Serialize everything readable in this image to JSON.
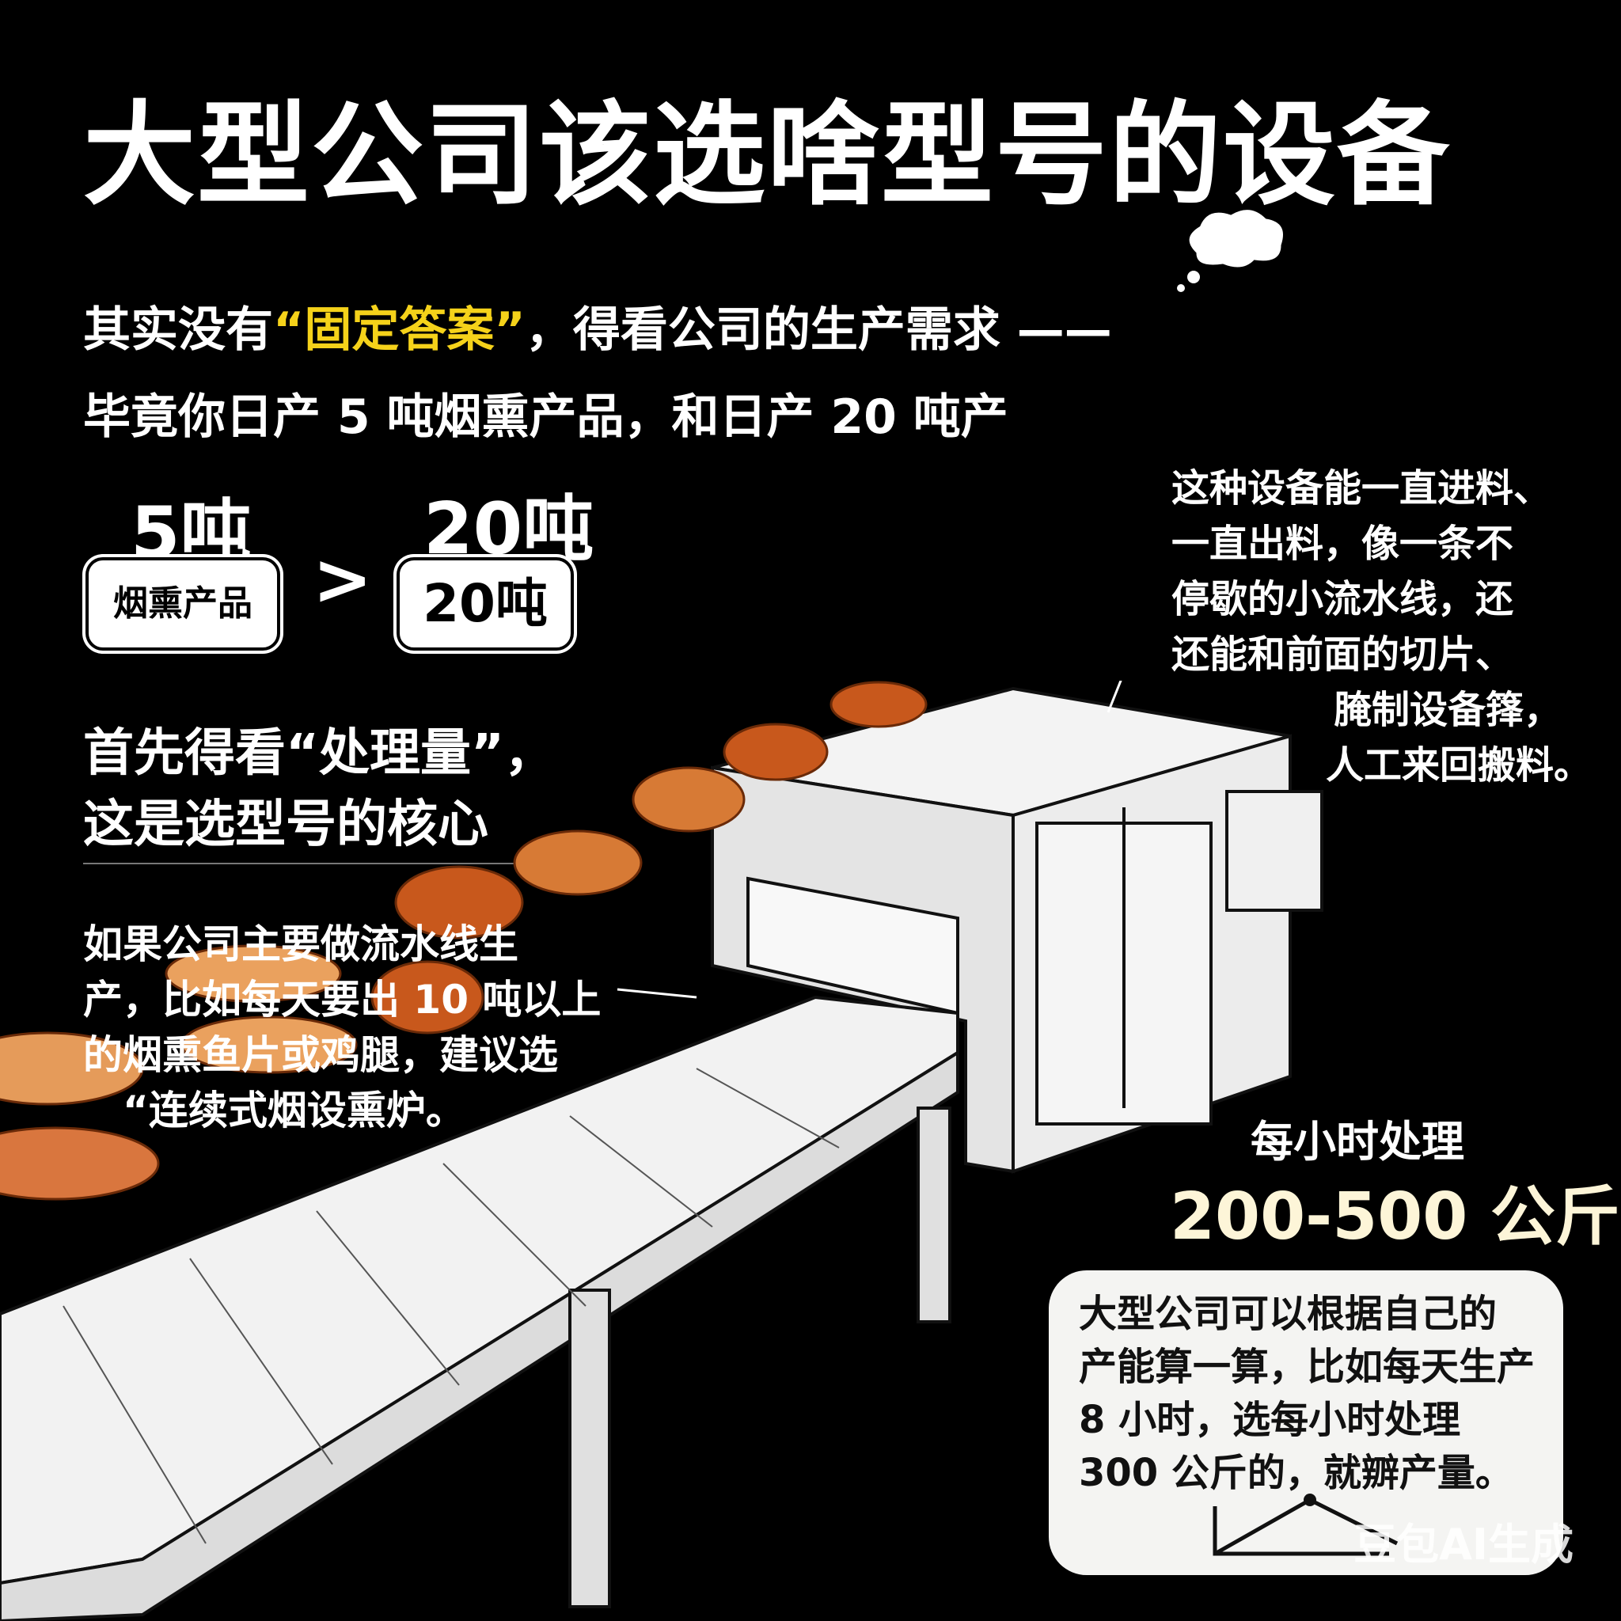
{
  "title": "大型公司该选啥型号的设备",
  "intro": {
    "line1_before": "其实没有",
    "line1_highlight": "“固定答案”",
    "line1_after": "，得看公司的生产需求 ——",
    "line2": "毕竟你日产 5 吨烟熏产品，和日产 20 吨产"
  },
  "comparison": {
    "left_number": "5吨",
    "left_label": "烟熏产品",
    "operator": ">",
    "right_number": "20吨",
    "right_label": "20吨"
  },
  "heading": {
    "line1": "首先得看“处理量”，",
    "line2": "这是选型号的核心"
  },
  "left_para": [
    "如果公司主要做流水线生",
    "产，比如每天要出 10 吨以上",
    "的烟熏鱼片或鸡腿，建议选",
    "“连续式烟设熏炉。"
  ],
  "right_para": [
    "这种设备能一直进料、",
    "一直出料，像一条不",
    "停歇的小流水线，还",
    "还能和前面的切片、",
    "腌制设备箨，",
    "人工来回搬料。"
  ],
  "capacity": {
    "label": "每小时处理",
    "value": "200-500 公斤"
  },
  "note": [
    "大型公司可以根据自己的",
    "产能算一算，比如每天生产",
    "8 小时，选每小时处理",
    "300 公斤的，就辧产量。"
  ],
  "watermark": "豆包AI生成",
  "colors": {
    "background": "#000000",
    "highlight": "#f5d21a",
    "capacity": "#fdf5d8",
    "food": "#c8581c"
  }
}
